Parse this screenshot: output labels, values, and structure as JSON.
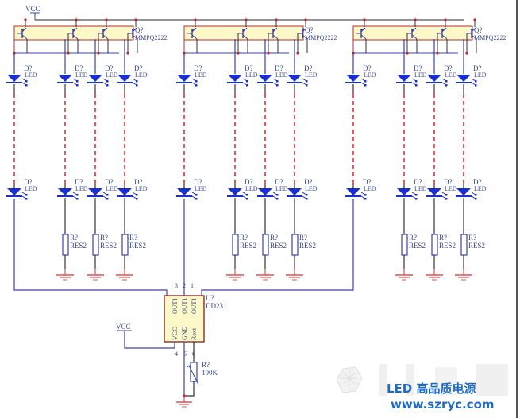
{
  "vcc_label": "VCC",
  "transistor": {
    "ref": "Q?",
    "part": "MMPQ2222"
  },
  "led": {
    "ref": "D?",
    "part": "LED"
  },
  "resistor": {
    "ref": "R?",
    "part": "RES2"
  },
  "ic": {
    "ref": "U?",
    "part": "DD231",
    "pins_top": [
      "OUT1",
      "OUT1",
      "OUT1"
    ],
    "pins_bottom": [
      "VCC",
      "GND",
      "Rext"
    ],
    "pin_numbers_top": [
      "3",
      "2",
      "1"
    ],
    "pin_numbers_bottom": [
      "4",
      "5",
      "6"
    ]
  },
  "rext": {
    "ref": "R?",
    "value": "100K"
  },
  "ic_vcc_label": "VCC",
  "groups": [
    {
      "name": "group-1",
      "columns": 4,
      "resistor_columns": 3
    },
    {
      "name": "group-2",
      "columns": 4,
      "resistor_columns": 3
    },
    {
      "name": "group-3",
      "columns": 4,
      "resistor_columns": 3
    }
  ],
  "watermark": {
    "line1": "LED 高品质电源",
    "line2": "www.szryc.com"
  },
  "colors": {
    "wire": "#3b44a8",
    "wire_dark": "#333333",
    "box_border": "#b03030",
    "box_fill": "#fdf8c8",
    "junction": "#cc2222",
    "dashed": "#dd3333",
    "ground": "#e05050",
    "led": "#1a2fd0"
  }
}
